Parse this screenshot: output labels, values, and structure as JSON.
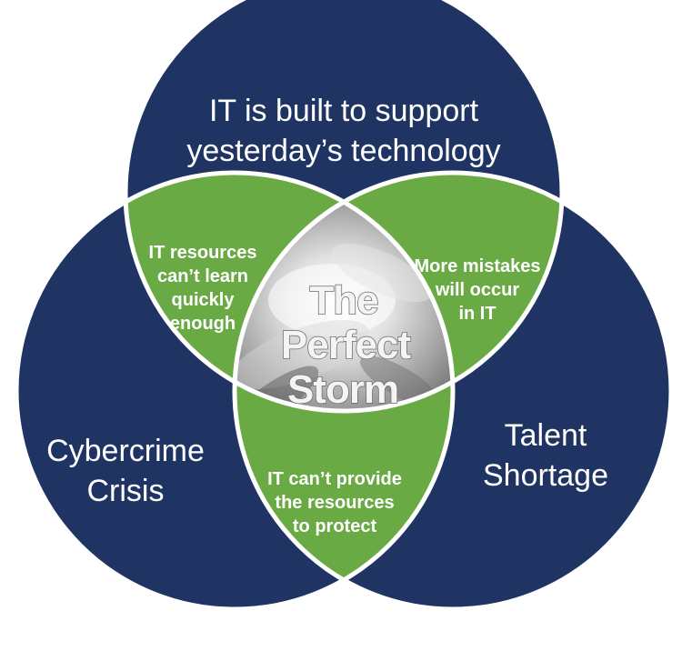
{
  "colors": {
    "circle_fill": "#1f3463",
    "overlap_fill": "#6aaa45",
    "separator": "#ffffff",
    "center_storm": "#8c8c8c",
    "text": "#ffffff"
  },
  "circles": {
    "top": "IT is built to support\nyesterday’s technology",
    "left": "Cybercrime\nCrisis",
    "right": "Talent\nShortage"
  },
  "overlaps": {
    "top_left": "IT resources\ncan’t learn\nquickly\nenough",
    "top_right": "More mistakes\nwill occur\nin IT",
    "bottom": "IT can’t provide\nthe resources\nto protect"
  },
  "center": {
    "line1": "The",
    "line2": "Perfect",
    "line3": "Storm",
    "image": "hurricane-satellite-image"
  }
}
